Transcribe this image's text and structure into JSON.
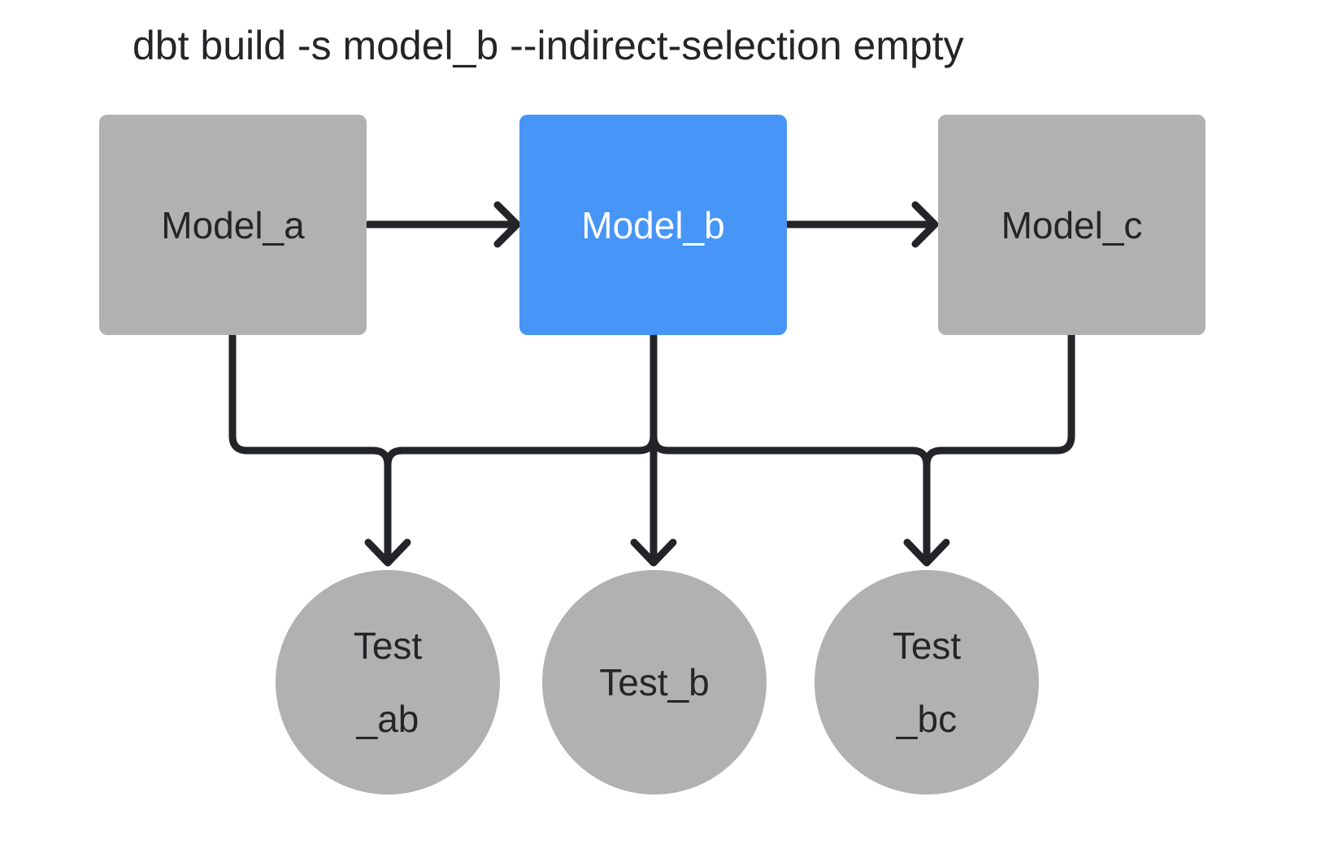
{
  "title": "dbt build -s model_b --indirect-selection empty",
  "colors": {
    "background": "#ffffff",
    "node_gray": "#b1b1b1",
    "node_blue": "#4795f7",
    "edge_dark": "#232427",
    "text_dark": "#242528",
    "text_on_blue": "#ffffff"
  },
  "nodes": {
    "models": [
      {
        "id": "model_a",
        "label": "Model_a",
        "selected": false
      },
      {
        "id": "model_b",
        "label": "Model_b",
        "selected": true
      },
      {
        "id": "model_c",
        "label": "Model_c",
        "selected": false
      }
    ],
    "tests": [
      {
        "id": "test_ab",
        "label": "Test\n_ab"
      },
      {
        "id": "test_b",
        "label": "Test_b"
      },
      {
        "id": "test_bc",
        "label": "Test\n_bc"
      }
    ]
  },
  "edges": [
    {
      "from": "model_a",
      "to": "model_b"
    },
    {
      "from": "model_b",
      "to": "model_c"
    },
    {
      "from": "model_a",
      "to": "test_ab"
    },
    {
      "from": "model_b",
      "to": "test_ab"
    },
    {
      "from": "model_b",
      "to": "test_b"
    },
    {
      "from": "model_b",
      "to": "test_bc"
    },
    {
      "from": "model_c",
      "to": "test_bc"
    }
  ]
}
